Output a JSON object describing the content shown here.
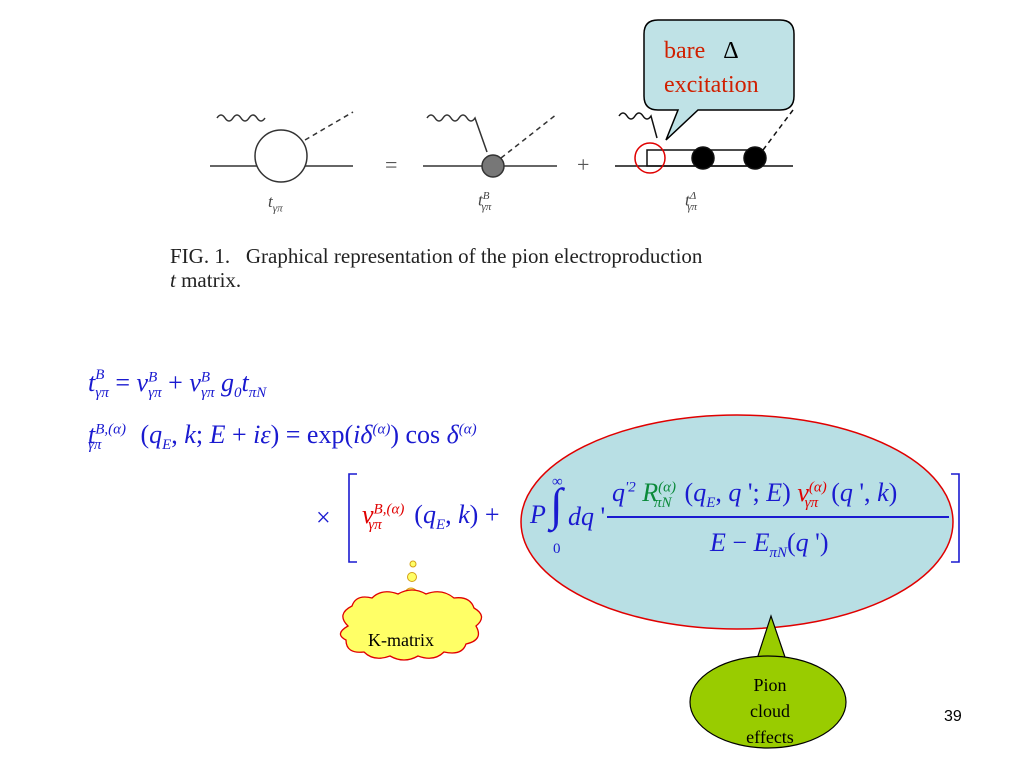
{
  "callout": {
    "line1": "bare",
    "symbol": "Δ",
    "line2": "excitation"
  },
  "diagram": {
    "equals": "=",
    "plus": "+",
    "label_t": {
      "base": "t",
      "sub": "γπ"
    },
    "label_tB": {
      "base": "t",
      "sup": "B",
      "sub": "γπ"
    },
    "label_tDelta": {
      "base": "t",
      "sup": "Δ",
      "sub": "γπ"
    }
  },
  "caption": {
    "fig": "FIG. 1.",
    "text": "Graphical representation of the pion electroproduction",
    "line2_italic": "t",
    "line2": " matrix."
  },
  "equations": {
    "eq1": "t^B_γπ = v^B_γπ + v^B_γπ g_0 t_πN",
    "eq2": "t^{B,(α)}_γπ (q_E, k; E + iε) = exp(iδ^(α)) cos δ^(α)",
    "eq3_times": "×",
    "eq3_v": "v^{B,(α)}_γπ (q_E, k)",
    "eq3_integral": "P ∫_0^∞ dq' q'^2 R^(α)_πN (q_E, q'; E) v^(α)_γπ (q', k) / (E − E_πN (q'))"
  },
  "kmatrix_label": "K-matrix",
  "pion_bubble": {
    "line1": "Pion",
    "line2": "cloud",
    "line3": "effects"
  },
  "page_number": "39",
  "colors": {
    "math_blue": "#1a1ad0",
    "red": "#e00000",
    "green": "#0a8a3a",
    "callout_fill": "#bfe2e6",
    "ellipse_fill": "#b8dfe4",
    "kmatrix_fill": "#ffff66",
    "pion_fill": "#99cc00"
  }
}
